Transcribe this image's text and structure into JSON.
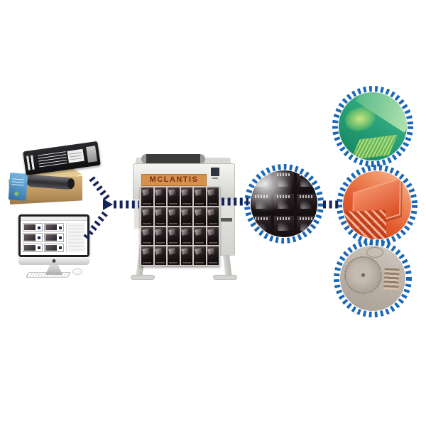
{
  "brand": {
    "label": "MCLANTIS"
  },
  "grids": {
    "printer_sheet": {
      "cols": 6,
      "rows": 4
    },
    "film_circle": {
      "cols": 3,
      "rows": 3
    },
    "computer_thumbnails": {
      "cols": 2,
      "rows": 3
    }
  },
  "colors": {
    "arrow_navy": "#16235a",
    "ring_blue": "#1a67b5",
    "brand_bg": "#d6924d",
    "brand_text": "#7d2b1c",
    "film_dark": "#171113",
    "screen_green": "#2aa37a",
    "flexo_red": "#e2582c",
    "etch_gray": "#bcb3aa"
  }
}
